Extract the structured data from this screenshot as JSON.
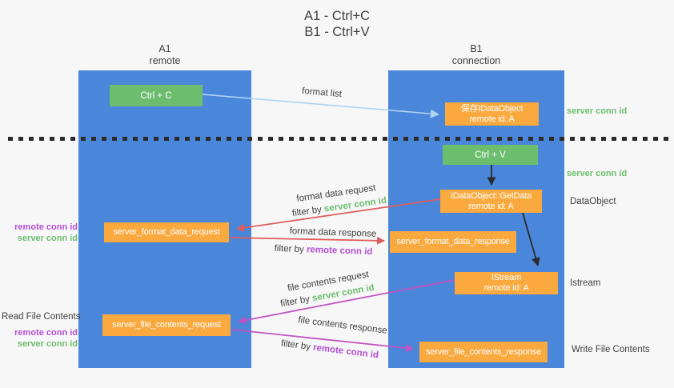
{
  "title": {
    "line1": "A1 - Ctrl+C",
    "line2": "B1 - Ctrl+V"
  },
  "lanes": {
    "a1": {
      "name": "A1",
      "role": "remote"
    },
    "b1": {
      "name": "B1",
      "role": "connection"
    }
  },
  "nodes": {
    "ctrl_c": {
      "label": "Ctrl + C"
    },
    "ctrl_v": {
      "label": "Ctrl + V"
    },
    "save_idataobject": {
      "line1": "保存IDataObject",
      "line2": "remote id: A"
    },
    "getdata": {
      "line1": "IDataObject::GetData",
      "line2": "remote id: A"
    },
    "istream": {
      "line1": "IStream",
      "line2": "remote id: A"
    },
    "server_format_data_request": {
      "label": "server_format_data_request"
    },
    "server_format_data_response": {
      "label": "server_format_data_response"
    },
    "server_file_contents_request": {
      "label": "server_file_contents_request"
    },
    "server_file_contents_response": {
      "label": "server_file_contents_response"
    }
  },
  "arrow_labels": {
    "format_list": "format list",
    "format_data_request": "format data request",
    "format_data_response": "format data response",
    "file_contents_request": "file contents request",
    "file_contents_response": "file contents response",
    "filter_by": "filter by",
    "server_conn_id": "server conn id",
    "remote_conn_id": "remote conn id"
  },
  "side_labels": {
    "server_conn_id_top": "server conn id",
    "server_conn_id_mid": "server conn id",
    "dataobject": "DataObject",
    "istream": "Istream",
    "write_file_contents": "Write File Contents",
    "read_file_contents": "Read File Contents",
    "remote_conn_id": "remote conn id",
    "server_conn_id": "server conn id"
  },
  "colors": {
    "lane_blue": "#4a86d9",
    "node_green": "#6cbe6e",
    "node_orange": "#f9a93e",
    "arrow_light_blue": "#aed3f2",
    "arrow_black": "#2b2b2b",
    "arrow_red": "#e05c5c",
    "arrow_magenta": "#c253c2",
    "text_green": "#6cbe6e",
    "text_purple": "#b44fd0",
    "text_dark": "#3f3f3f",
    "background": "#f7f7f7"
  }
}
